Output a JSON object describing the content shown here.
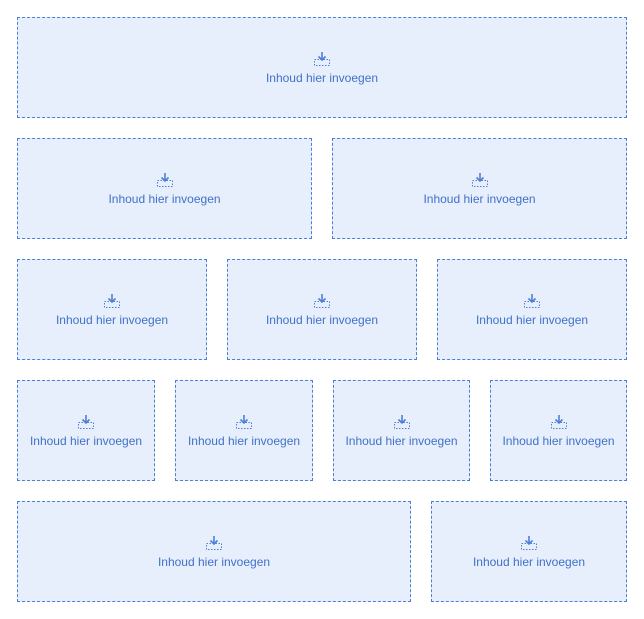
{
  "colors": {
    "slot_border": "#4d7fd6",
    "slot_fill": "#e8effc",
    "label_text": "#3f71c9"
  },
  "slots": [
    {
      "label": "Inhoud hier invoegen",
      "icon": "insert-content-icon"
    },
    {
      "label": "Inhoud hier invoegen",
      "icon": "insert-content-icon"
    },
    {
      "label": "Inhoud hier invoegen",
      "icon": "insert-content-icon"
    },
    {
      "label": "Inhoud hier invoegen",
      "icon": "insert-content-icon"
    },
    {
      "label": "Inhoud hier invoegen",
      "icon": "insert-content-icon"
    },
    {
      "label": "Inhoud hier invoegen",
      "icon": "insert-content-icon"
    },
    {
      "label": "Inhoud hier invoegen",
      "icon": "insert-content-icon"
    },
    {
      "label": "Inhoud hier invoegen",
      "icon": "insert-content-icon"
    },
    {
      "label": "Inhoud hier invoegen",
      "icon": "insert-content-icon"
    },
    {
      "label": "Inhoud hier invoegen",
      "icon": "insert-content-icon"
    },
    {
      "label": "Inhoud hier invoegen",
      "icon": "insert-content-icon"
    },
    {
      "label": "Inhoud hier invoegen",
      "icon": "insert-content-icon"
    }
  ]
}
